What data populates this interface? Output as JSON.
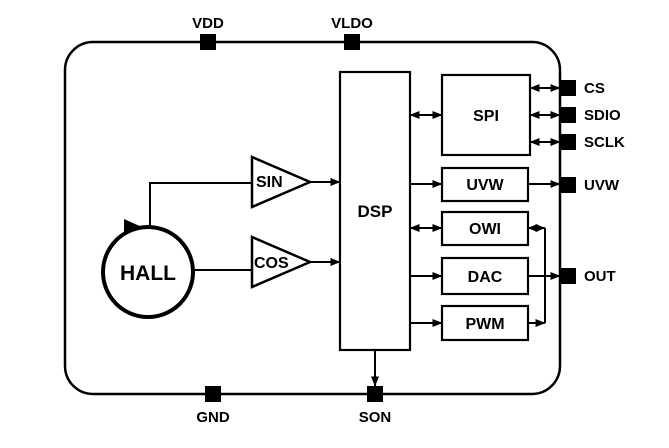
{
  "diagram": {
    "type": "ic-block-diagram",
    "colors": {
      "line": "#000000",
      "background": "#ffffff",
      "pin": "#000000"
    },
    "pins": {
      "top": [
        {
          "label": "VDD"
        },
        {
          "label": "VLDO"
        }
      ],
      "bottom": [
        {
          "label": "GND"
        },
        {
          "label": "SON"
        }
      ],
      "right": [
        {
          "label": "CS"
        },
        {
          "label": "SDIO"
        },
        {
          "label": "SCLK"
        },
        {
          "label": "UVW"
        },
        {
          "label": "OUT"
        }
      ]
    },
    "blocks": {
      "hall": "HALL",
      "sin": "SIN",
      "cos": "COS",
      "dsp": "DSP",
      "spi": "SPI",
      "uvw": "UVW",
      "owi": "OWI",
      "dac": "DAC",
      "pwm": "PWM"
    }
  }
}
